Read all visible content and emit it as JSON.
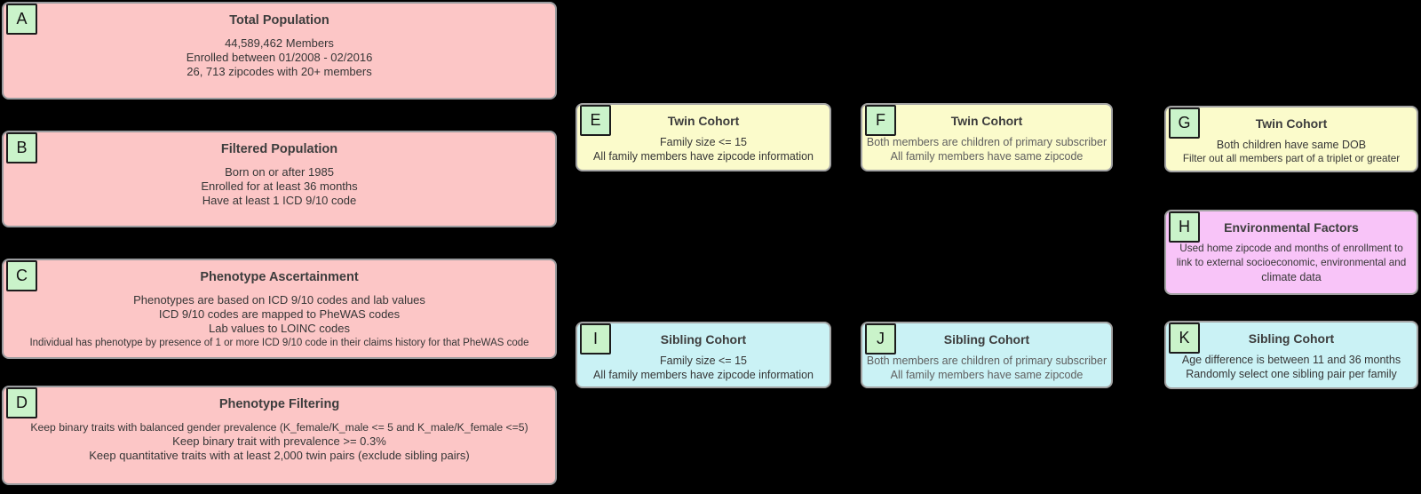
{
  "colors": {
    "background": "#000000",
    "pink": "#fcc6c6",
    "yellow": "#fbfbcb",
    "cyan": "#caf2f5",
    "violet": "#f8c4f8",
    "label_green": "#caf3ca"
  },
  "boxes": {
    "A": {
      "label": "A",
      "title": "Total Population",
      "lines": [
        "44,589,462 Members",
        "Enrolled between 01/2008 - 02/2016",
        "26, 713 zipcodes with 20+ members"
      ]
    },
    "B": {
      "label": "B",
      "title": "Filtered Population",
      "lines": [
        "Born on or after 1985",
        "Enrolled for at least 36 months",
        "Have at least 1 ICD 9/10 code"
      ]
    },
    "C": {
      "label": "C",
      "title": "Phenotype Ascertainment",
      "lines": [
        "Phenotypes are based on ICD 9/10 codes and lab values",
        "ICD 9/10 codes are mapped to PheWAS codes",
        "Lab values to LOINC codes",
        "Individual has phenotype by presence of 1 or more ICD 9/10 code in their claims history for that PheWAS code"
      ]
    },
    "D": {
      "label": "D",
      "title": "Phenotype Filtering",
      "lines": [
        "Keep binary traits with balanced gender prevalence (K_female/K_male <= 5 and K_male/K_female <=5)",
        "Keep binary trait with prevalence >= 0.3%",
        "Keep quantitative traits with at least 2,000 twin pairs (exclude sibling pairs)"
      ]
    },
    "E": {
      "label": "E",
      "title": "Twin Cohort",
      "lines": [
        "Family size <= 15",
        "All family members have zipcode information"
      ]
    },
    "F": {
      "label": "F",
      "title": "Twin Cohort",
      "lines": [
        "Both members are children of primary subscriber",
        "All family members have same zipcode"
      ]
    },
    "G": {
      "label": "G",
      "title": "Twin Cohort",
      "lines": [
        "Both children have same DOB",
        "Filter out all members part of a triplet or greater"
      ]
    },
    "H": {
      "label": "H",
      "title": "Environmental Factors",
      "lines": [
        "Used home zipcode and months of enrollment to",
        "link to external socioeconomic, environmental and",
        "climate data"
      ]
    },
    "I": {
      "label": "I",
      "title": "Sibling Cohort",
      "lines": [
        "Family size <= 15",
        "All family members have zipcode information"
      ]
    },
    "J": {
      "label": "J",
      "title": "Sibling Cohort",
      "lines": [
        "Both members are children of primary subscriber",
        "All family members have same zipcode"
      ]
    },
    "K": {
      "label": "K",
      "title": "Sibling Cohort",
      "lines": [
        "Age difference is between 11 and 36 months",
        "Randomly select one sibling pair per family"
      ]
    }
  }
}
